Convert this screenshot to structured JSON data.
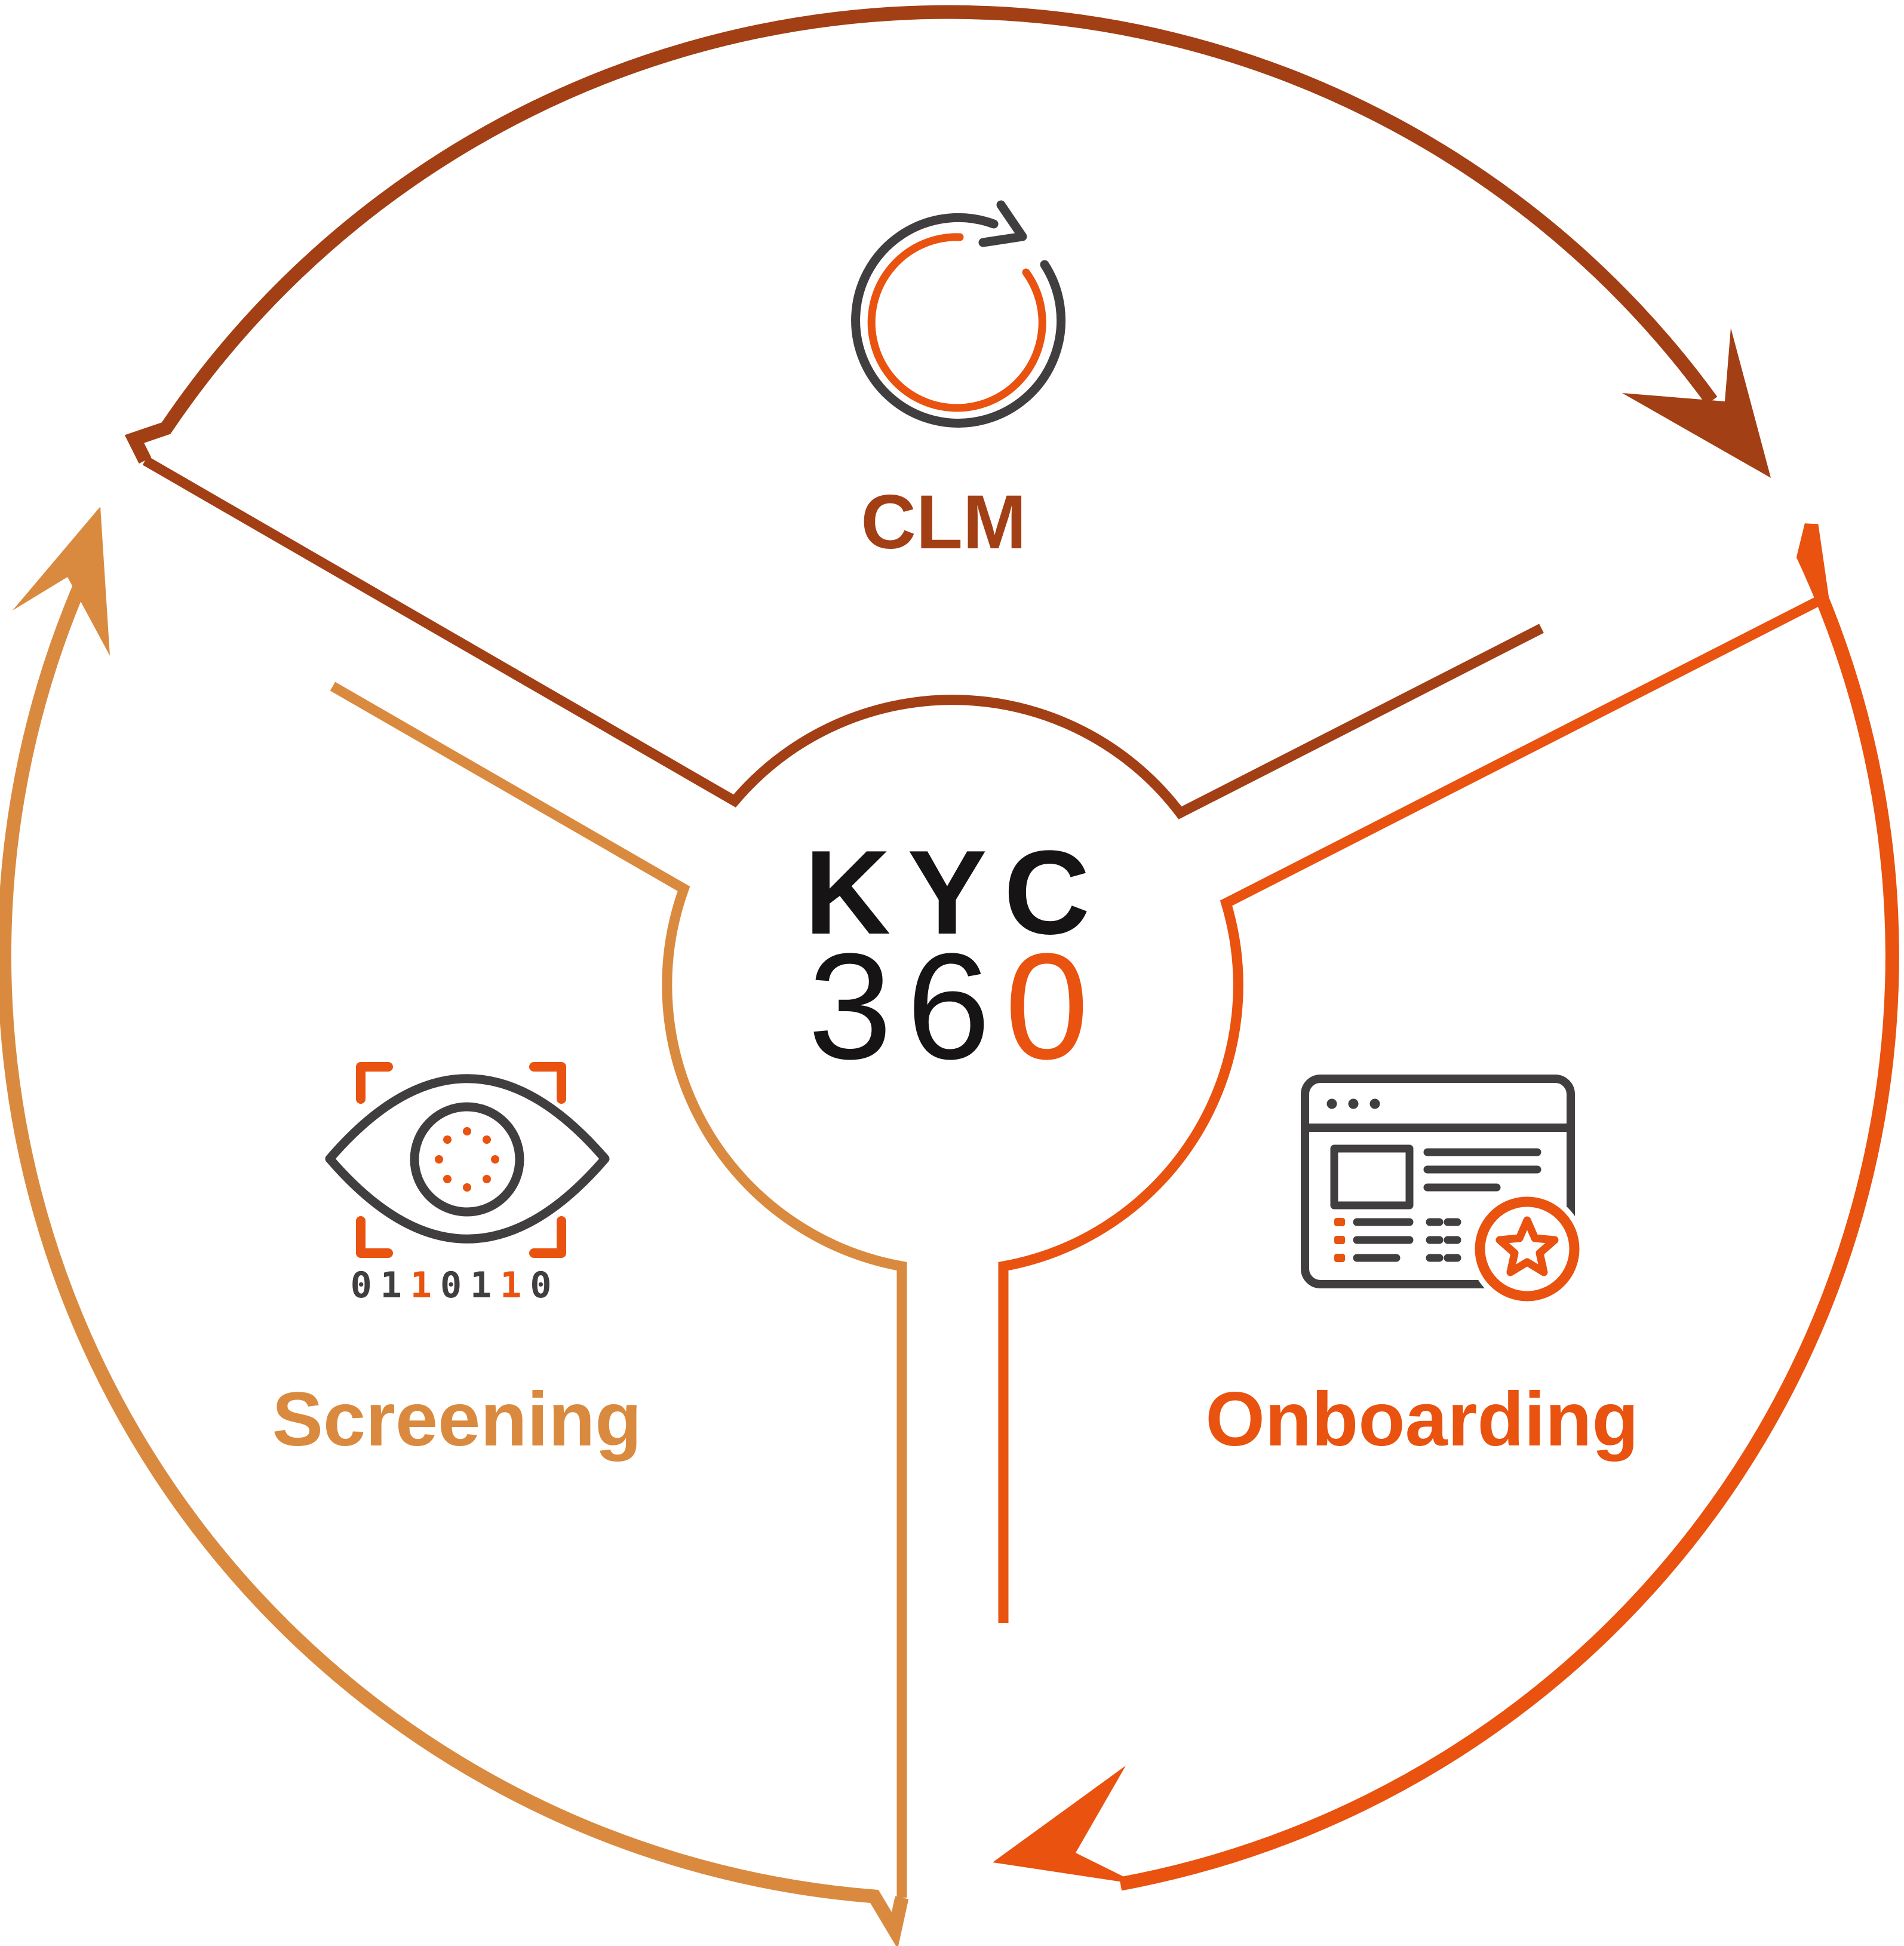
{
  "colors": {
    "gold": "#da8a3f",
    "brown": "#a23f15",
    "orange": "#e9520f",
    "dark": "#413e40",
    "ink": "#161414"
  },
  "logo": {
    "top": "KYC",
    "bottom_black": "36",
    "bottom_orange": "0"
  },
  "segments": {
    "clm": {
      "label": "CLM",
      "icon": "cycle-refresh-icon"
    },
    "onboarding": {
      "label": "Onboarding",
      "icon": "browser-approval-star-icon"
    },
    "screening": {
      "label": "Screening",
      "icon": "eye-scan-icon",
      "binary": [
        {
          "ch": "0",
          "cls": "bin-dark"
        },
        {
          "ch": "1",
          "cls": "bin-dark"
        },
        {
          "ch": "1",
          "cls": "bin-accent"
        },
        {
          "ch": "0",
          "cls": "bin-dark"
        },
        {
          "ch": "1",
          "cls": "bin-dark"
        },
        {
          "ch": "1",
          "cls": "bin-accent"
        },
        {
          "ch": "0",
          "cls": "bin-dark"
        }
      ]
    }
  }
}
